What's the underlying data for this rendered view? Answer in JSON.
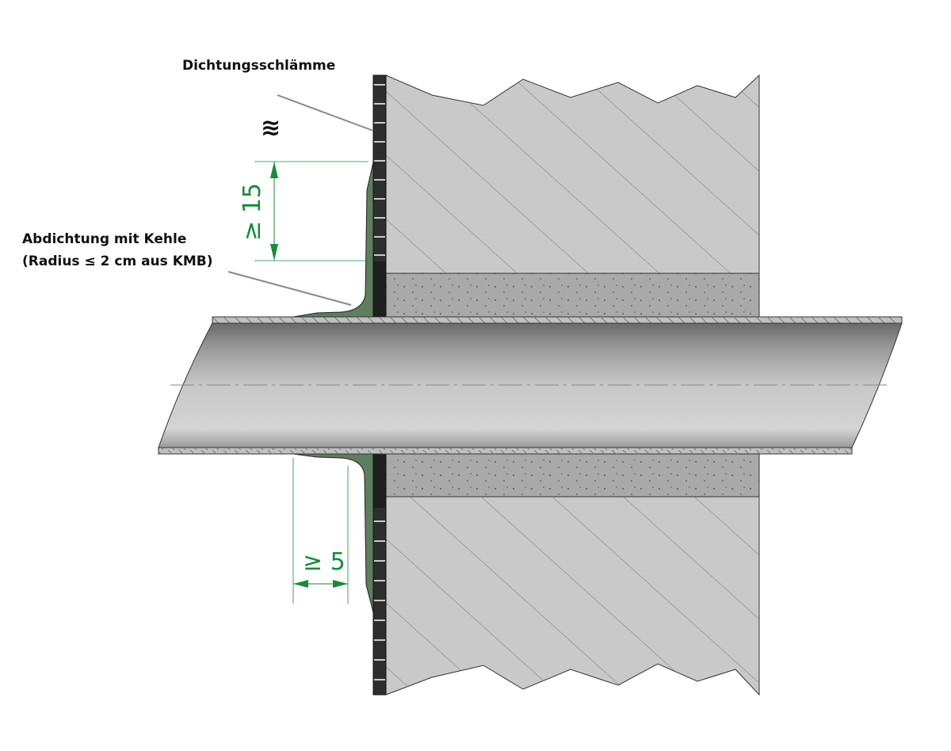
{
  "labels": {
    "slurry": "Dichtungsschlämme",
    "water_symbol": "≋",
    "seal_line1": "Abdichtung mit Kehle",
    "seal_line2": "(Radius ≤ 2 cm aus KMB)"
  },
  "dimensions": {
    "vertical": "≥ 15",
    "horizontal": "≥ 5"
  },
  "colors": {
    "dimension": "#1a8a3a",
    "seal": "#5e7e5e",
    "slurry": "#2e2e2e",
    "concrete": "#c9c9c9",
    "mortar": "#a9a9a9"
  }
}
